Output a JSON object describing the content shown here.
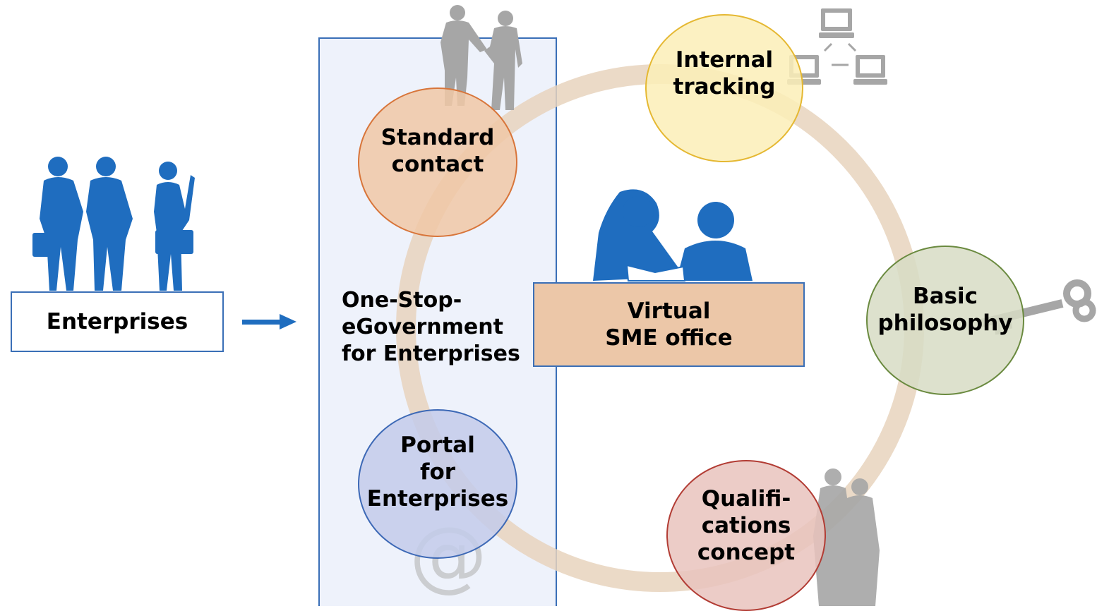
{
  "left": {
    "label": "Enterprises"
  },
  "panel": {
    "label_lines": [
      "One-Stop-",
      "eGovernment",
      "for Enterprises"
    ]
  },
  "center": {
    "label_lines": [
      "Virtual",
      "SME office"
    ]
  },
  "circles": {
    "standard_contact": {
      "lines": [
        "Standard",
        "contact"
      ],
      "color": "#f0c8a6",
      "border": "#d8753a"
    },
    "internal_tracking": {
      "lines": [
        "Internal",
        "tracking"
      ],
      "color": "#fbeeb7",
      "border": "#e5b832"
    },
    "basic_philosophy": {
      "lines": [
        "Basic",
        "philosophy"
      ],
      "color": "#d7dcc4",
      "border": "#6a8a3f"
    },
    "qualifications": {
      "lines": [
        "Qualifi-",
        "cations",
        "concept"
      ],
      "color": "#e9c3bd",
      "border": "#b23c34"
    },
    "portal": {
      "lines": [
        "Portal",
        "for",
        "Enterprises"
      ],
      "color": "#c3cbea",
      "border": "#3d69b6"
    }
  },
  "colors": {
    "accent_blue": "#1f6dbf",
    "ring": "#e7d3bd",
    "panel_fill": "#eef2fb",
    "panel_border": "#3a6fb7",
    "sme_fill": "#ecc7a8",
    "silhouette_gray": "#a6a6a6"
  },
  "icons": [
    "business-people-icon",
    "arrow-right-icon",
    "handshake-icon",
    "network-computers-icon",
    "key-icon",
    "reading-couple-icon",
    "at-sign-icon",
    "elderly-couple-icon"
  ]
}
